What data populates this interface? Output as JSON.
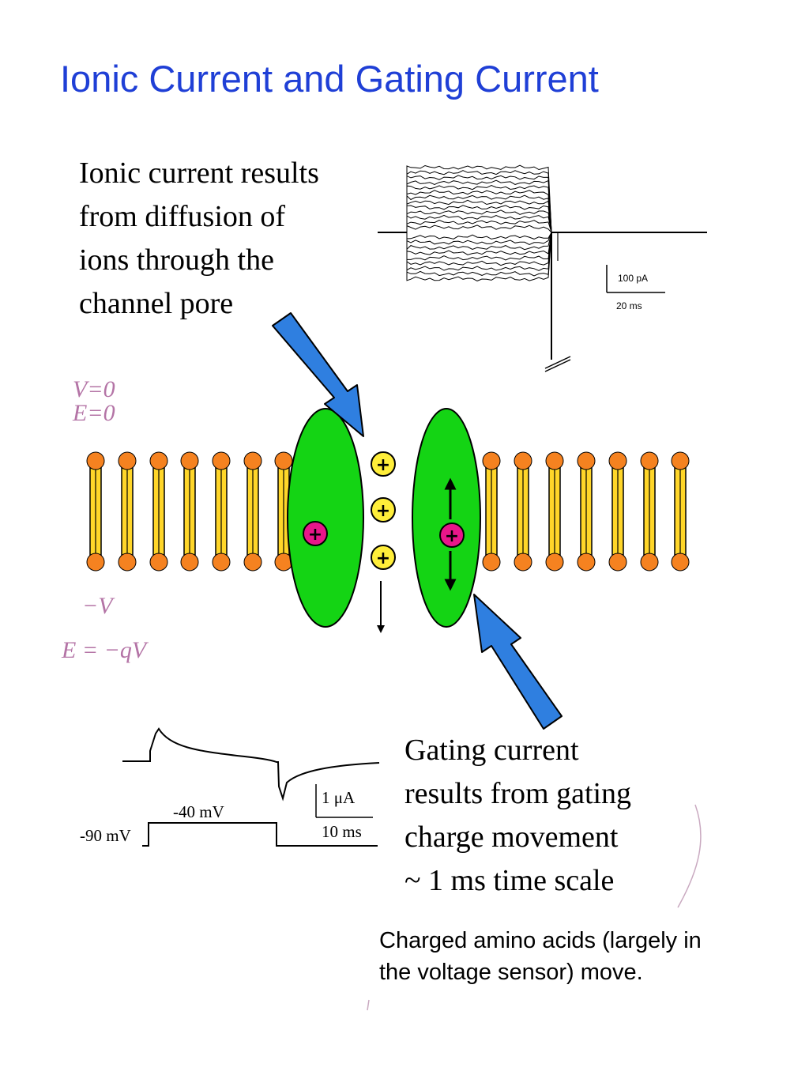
{
  "title": "Ionic Current and Gating Current",
  "ionic_text": [
    "Ionic current results",
    "from diffusion of",
    "ions through the",
    "channel pore"
  ],
  "gating_text": [
    "Gating current",
    "results from gating",
    "charge movement",
    "~ 1 ms time scale"
  ],
  "note": [
    "Charged amino acids (largely in",
    "the voltage sensor) move."
  ],
  "handwritten": {
    "top": [
      "V=0",
      "E=0"
    ],
    "bottom": [
      "−V",
      "E = −qV"
    ]
  },
  "ionic_scale": {
    "current": "100 pA",
    "time": "20 ms"
  },
  "gating_scale": {
    "current": "1 μA",
    "time": "10 ms"
  },
  "voltage_protocol": {
    "holding": "-90 mV",
    "step": "-40 mV"
  },
  "ion_symbol": "+",
  "colors": {
    "title": "#1f3fd6",
    "protein": "#14d414",
    "lipid_head": "#f58220",
    "lipid_tail": "#ffd629",
    "ion": "#ffee3a",
    "gating_charge": "#e8168a",
    "arrow": "#2f7fe0",
    "handwriting": "#b474a6"
  }
}
